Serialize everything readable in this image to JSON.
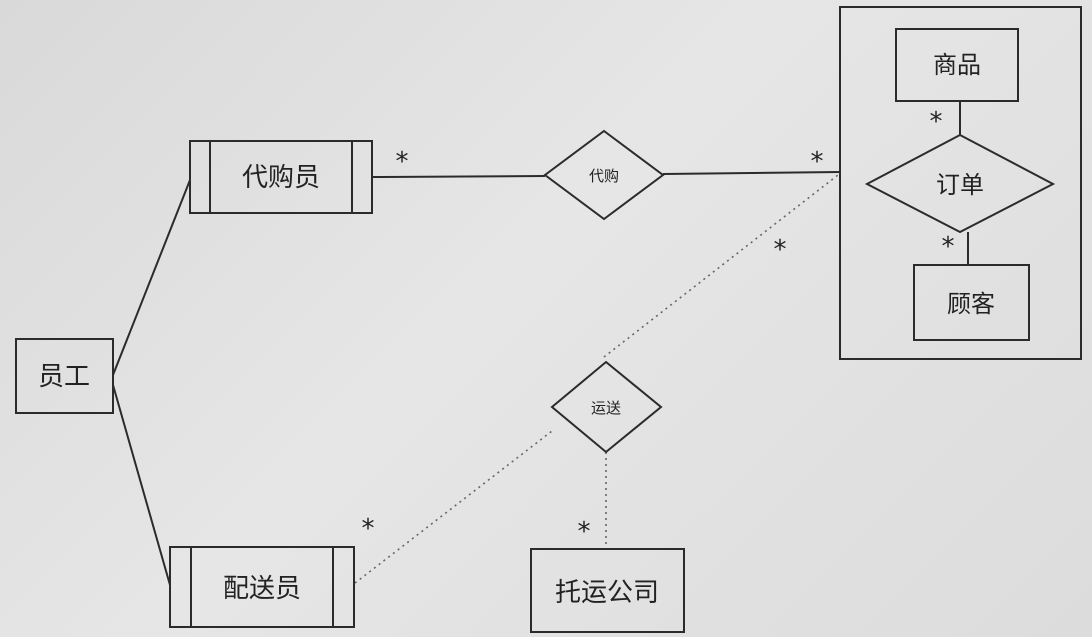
{
  "entities": {
    "employee": "员工",
    "buyer": "代购员",
    "courier": "配送员",
    "product": "商品",
    "customer": "顾客",
    "shipping_company": "托运公司"
  },
  "relationships": {
    "purchase": "代购",
    "order": "订单",
    "delivery": "运送"
  },
  "multiplicity": {
    "buyer_purchase": "*",
    "purchase_order": "*",
    "product_order": "*",
    "order_customer": "*",
    "order_delivery": "*",
    "courier_delivery": "*",
    "company_delivery": "*"
  },
  "colors": {
    "line": "#2b2b2b",
    "dotted": "#666666",
    "text": "#222222"
  }
}
